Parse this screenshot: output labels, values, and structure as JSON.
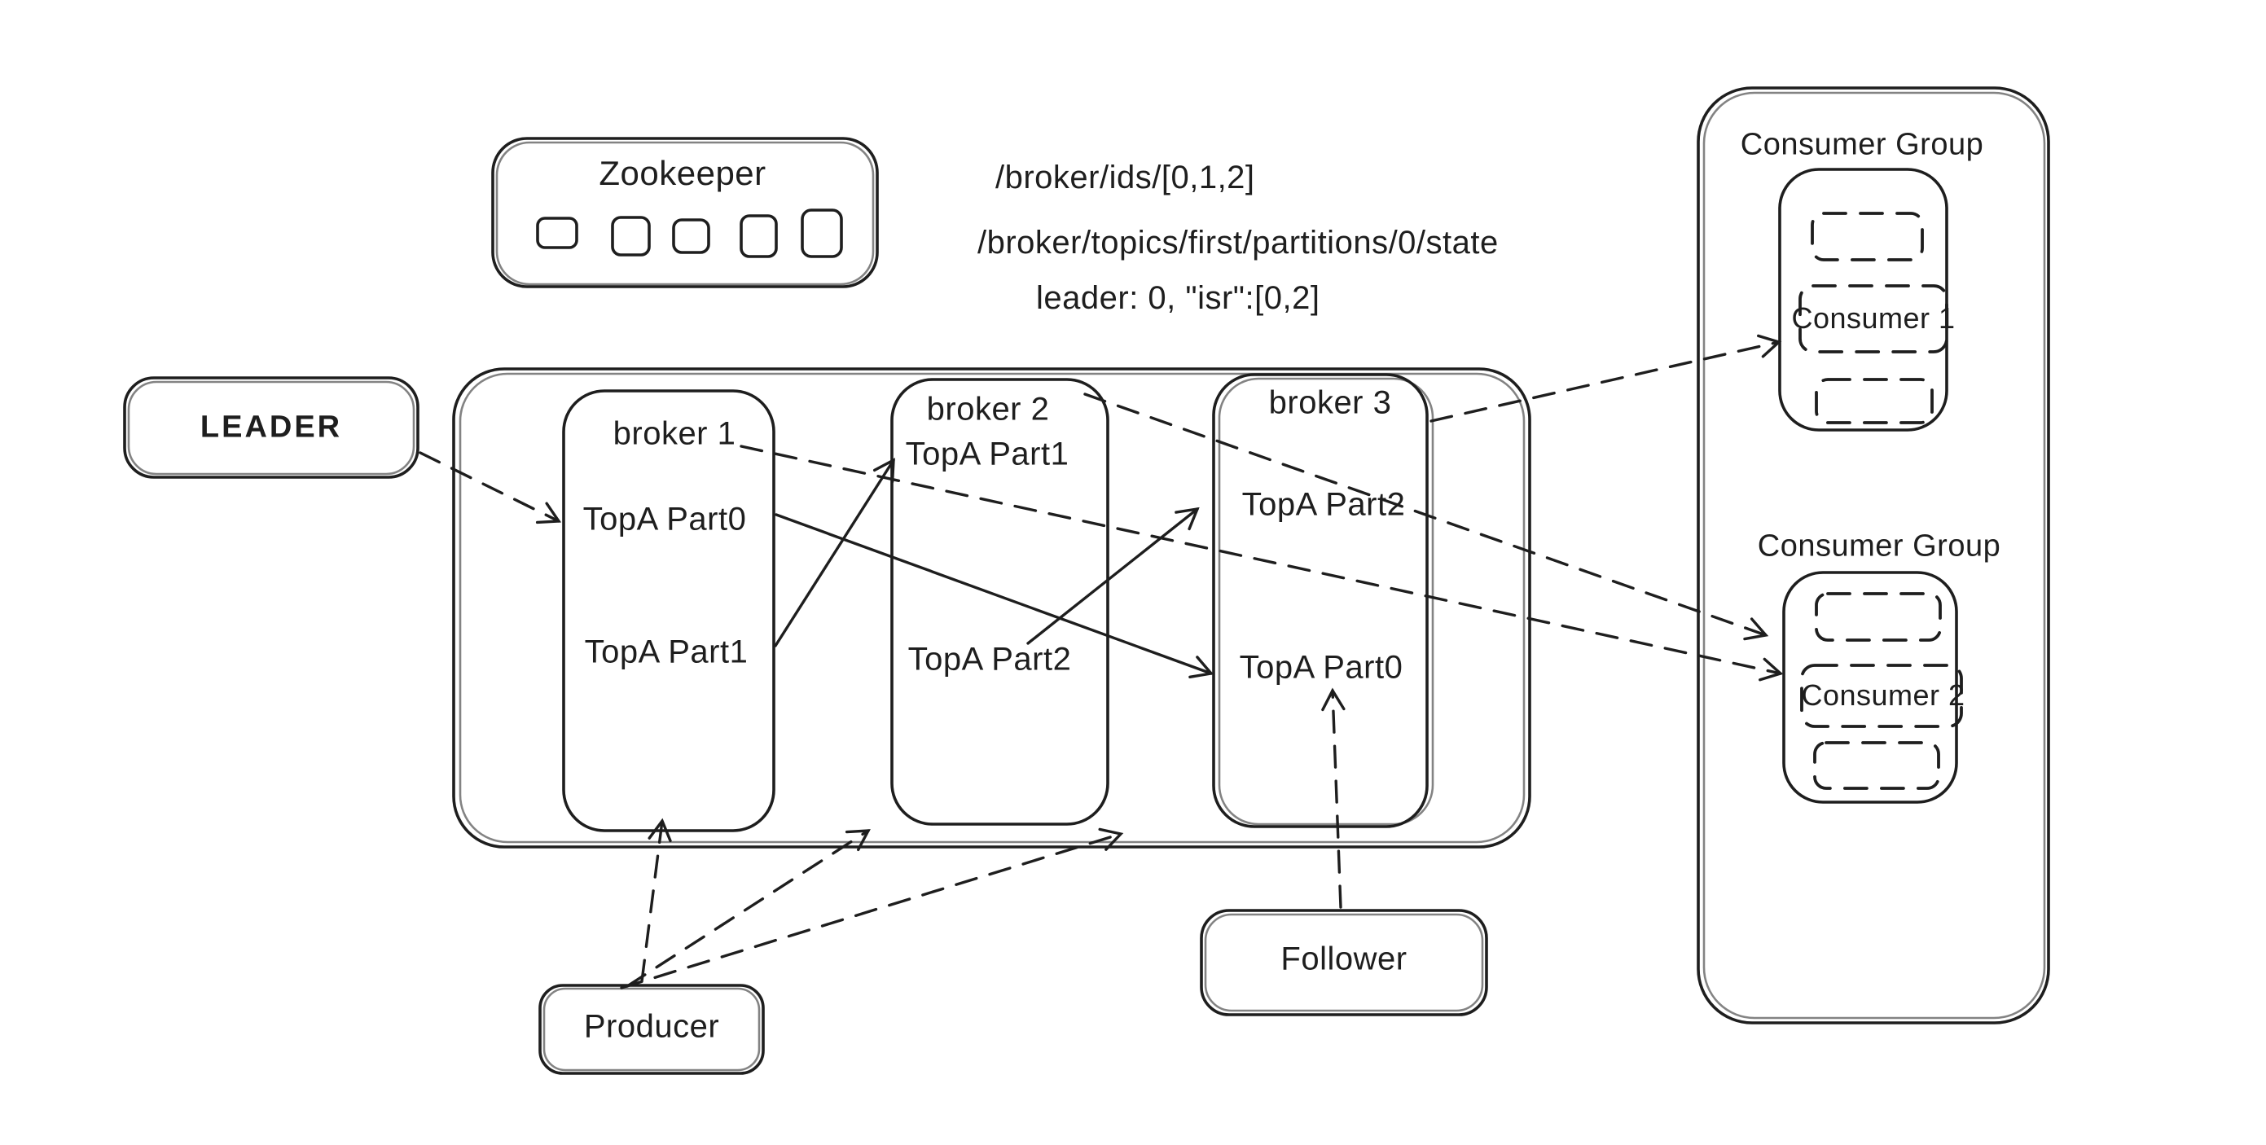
{
  "colors": {
    "ink": "#1e1e1e",
    "background": "#ffffff"
  },
  "zookeeper": {
    "label": "Zookeeper",
    "node_count": 5
  },
  "zk_metadata": {
    "line1": "/broker/ids/[0,1,2]",
    "line2": "/broker/topics/first/partitions/0/state",
    "line3": "leader: 0, \"isr\":[0,2]"
  },
  "leader": {
    "label": "LEADER"
  },
  "cluster": {
    "brokers": [
      {
        "title": "broker 1",
        "partitions": [
          "TopA Part0",
          "TopA Part1"
        ]
      },
      {
        "title": "broker 2",
        "partitions": [
          "TopA Part1",
          "TopA Part2"
        ]
      },
      {
        "title": "broker 3",
        "partitions": [
          "TopA Part2",
          "TopA Part0"
        ]
      }
    ]
  },
  "producer": {
    "label": "Producer"
  },
  "follower": {
    "label": "Follower"
  },
  "consumer_groups": [
    {
      "title": "Consumer Group",
      "consumers": [
        "",
        "Consumer 1",
        ""
      ]
    },
    {
      "title": "Consumer Group",
      "consumers": [
        "",
        "Consumer 2",
        ""
      ]
    }
  ]
}
